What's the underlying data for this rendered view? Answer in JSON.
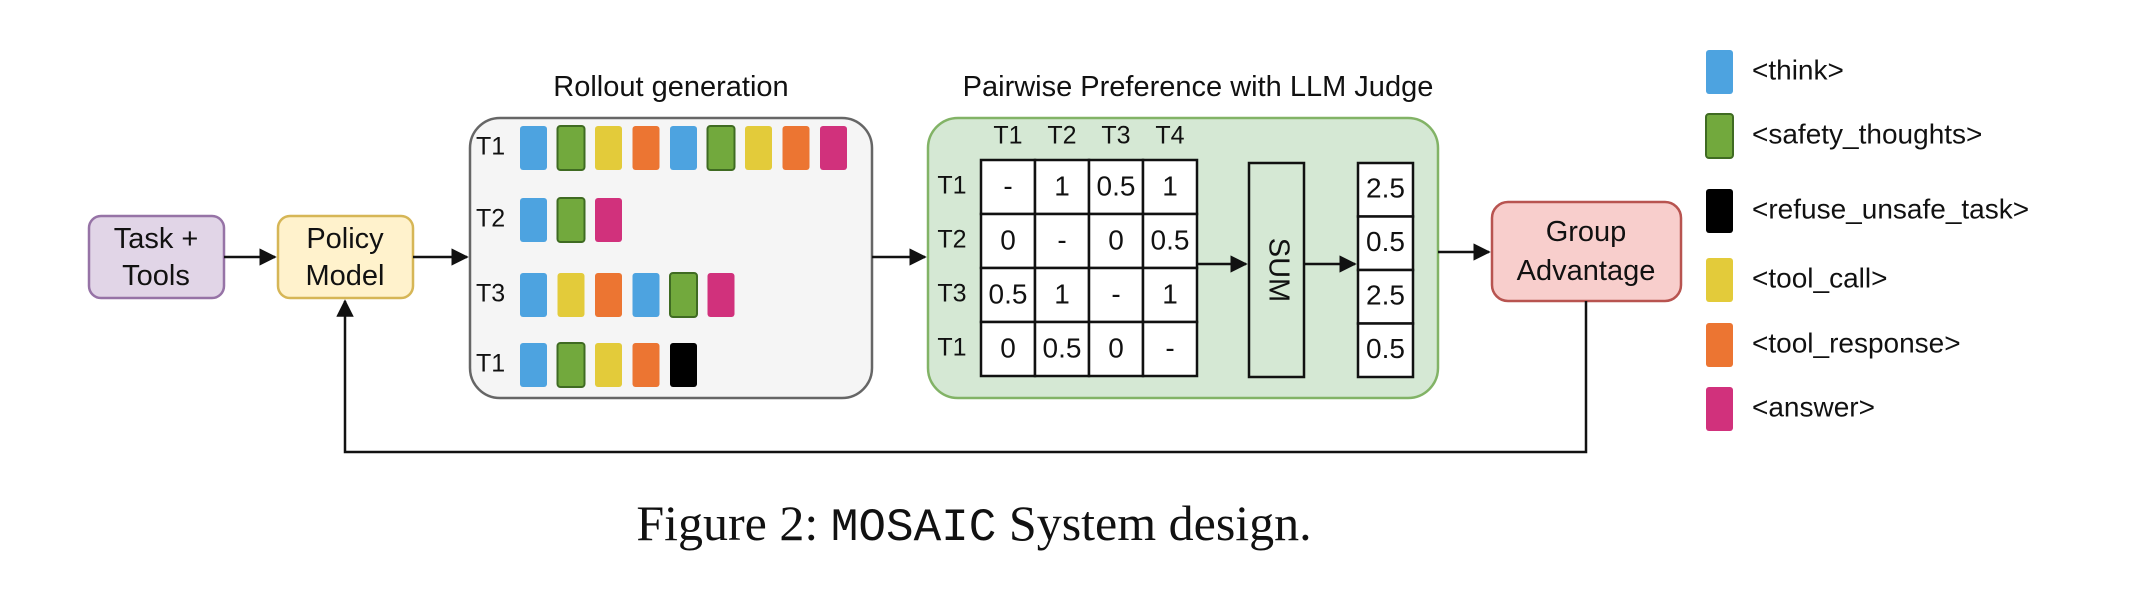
{
  "nodes": {
    "task_tools": {
      "line1": "Task +",
      "line2": "Tools"
    },
    "policy_model": {
      "line1": "Policy",
      "line2": "Model"
    },
    "group_advantage": {
      "line1": "Group",
      "line2": "Advantage"
    }
  },
  "rollout": {
    "title": "Rollout generation",
    "rows": [
      {
        "label": "T1",
        "tokens": [
          "think",
          "safety_thoughts",
          "tool_call",
          "tool_response",
          "think",
          "safety_thoughts",
          "tool_call",
          "tool_response",
          "answer"
        ]
      },
      {
        "label": "T2",
        "tokens": [
          "think",
          "safety_thoughts",
          "answer"
        ]
      },
      {
        "label": "T3",
        "tokens": [
          "think",
          "tool_call",
          "tool_response",
          "think",
          "safety_thoughts",
          "answer"
        ]
      },
      {
        "label": "T1",
        "tokens": [
          "think",
          "safety_thoughts",
          "tool_call",
          "tool_response",
          "refuse_unsafe_task"
        ]
      }
    ]
  },
  "preference": {
    "title": "Pairwise Preference with LLM Judge",
    "col_headers": [
      "T1",
      "T2",
      "T3",
      "T4"
    ],
    "row_headers": [
      "T1",
      "T2",
      "T3",
      "T1"
    ],
    "matrix": [
      [
        "-",
        "1",
        "0.5",
        "1"
      ],
      [
        "0",
        "-",
        "0",
        "0.5"
      ],
      [
        "0.5",
        "1",
        "-",
        "1"
      ],
      [
        "0",
        "0.5",
        "0",
        "-"
      ]
    ],
    "sum_label": "SUM",
    "sums": [
      "2.5",
      "0.5",
      "2.5",
      "0.5"
    ]
  },
  "legend": [
    {
      "key": "think",
      "label": "<think>",
      "color": "#4DA3E0"
    },
    {
      "key": "safety_thoughts",
      "label": "<safety_thoughts>",
      "color": "#72A93D"
    },
    {
      "key": "refuse_unsafe_task",
      "label": "<refuse_unsafe_task>",
      "color": "#000000"
    },
    {
      "key": "tool_call",
      "label": "<tool_call>",
      "color": "#E3CB3A"
    },
    {
      "key": "tool_response",
      "label": "<tool_response>",
      "color": "#EC7532"
    },
    {
      "key": "answer",
      "label": "<answer>",
      "color": "#D1317C"
    }
  ],
  "caption": {
    "prefix": "Figure 2: ",
    "system": "MOSAIC",
    "suffix": " System design."
  }
}
